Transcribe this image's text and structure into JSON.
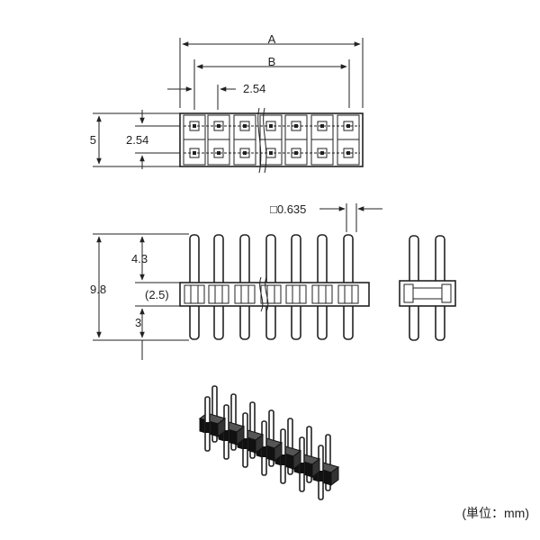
{
  "dimensions": {
    "A": "A",
    "B": "B",
    "pitch_top": "2.54",
    "height_top": "5",
    "row_pitch": "2.54",
    "pin_square": "□0.635",
    "total_height": "9.8",
    "upper_pin": "4.3",
    "body_height": "(2.5)",
    "lower_pin": "3"
  },
  "unit_note": "(単位：mm)",
  "pin_count_per_row": 7
}
